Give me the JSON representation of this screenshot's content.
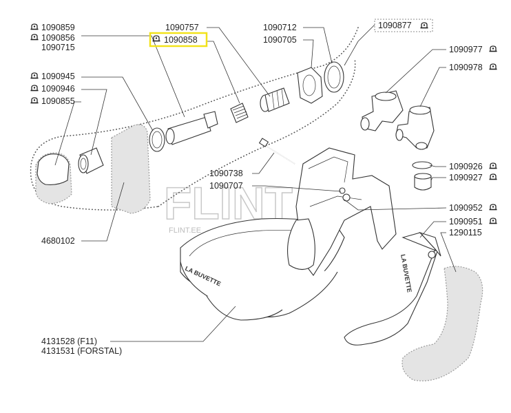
{
  "labels": {
    "p1090859": "1090859",
    "p1090856": "1090856",
    "p1090715": "1090715",
    "p1090757": "1090757",
    "p1090858": "1090858",
    "p1090712": "1090712",
    "p1090705": "1090705",
    "p1090877": "1090877",
    "p1090977": "1090977",
    "p1090978": "1090978",
    "p1090945": "1090945",
    "p1090946": "1090946",
    "p1090855": "1090855",
    "p1090926": "1090926",
    "p1090927": "1090927",
    "p1090738": "1090738",
    "p1090707": "1090707",
    "p1090952": "1090952",
    "p1090951": "1090951",
    "p1290115": "1290115",
    "p4680102": "4680102",
    "p4131528": "4131528 (F11)",
    "p4131531": "4131531 (FORSTAL)"
  },
  "watermark": {
    "main": "FLINT",
    "sub": "FLINT.EE"
  },
  "bowl_text": "LA BUVETTE",
  "paddle_text": "LA BUVETTE",
  "highlight_color": "#f2e21a",
  "icons": [
    "valve-symbol-icon"
  ]
}
